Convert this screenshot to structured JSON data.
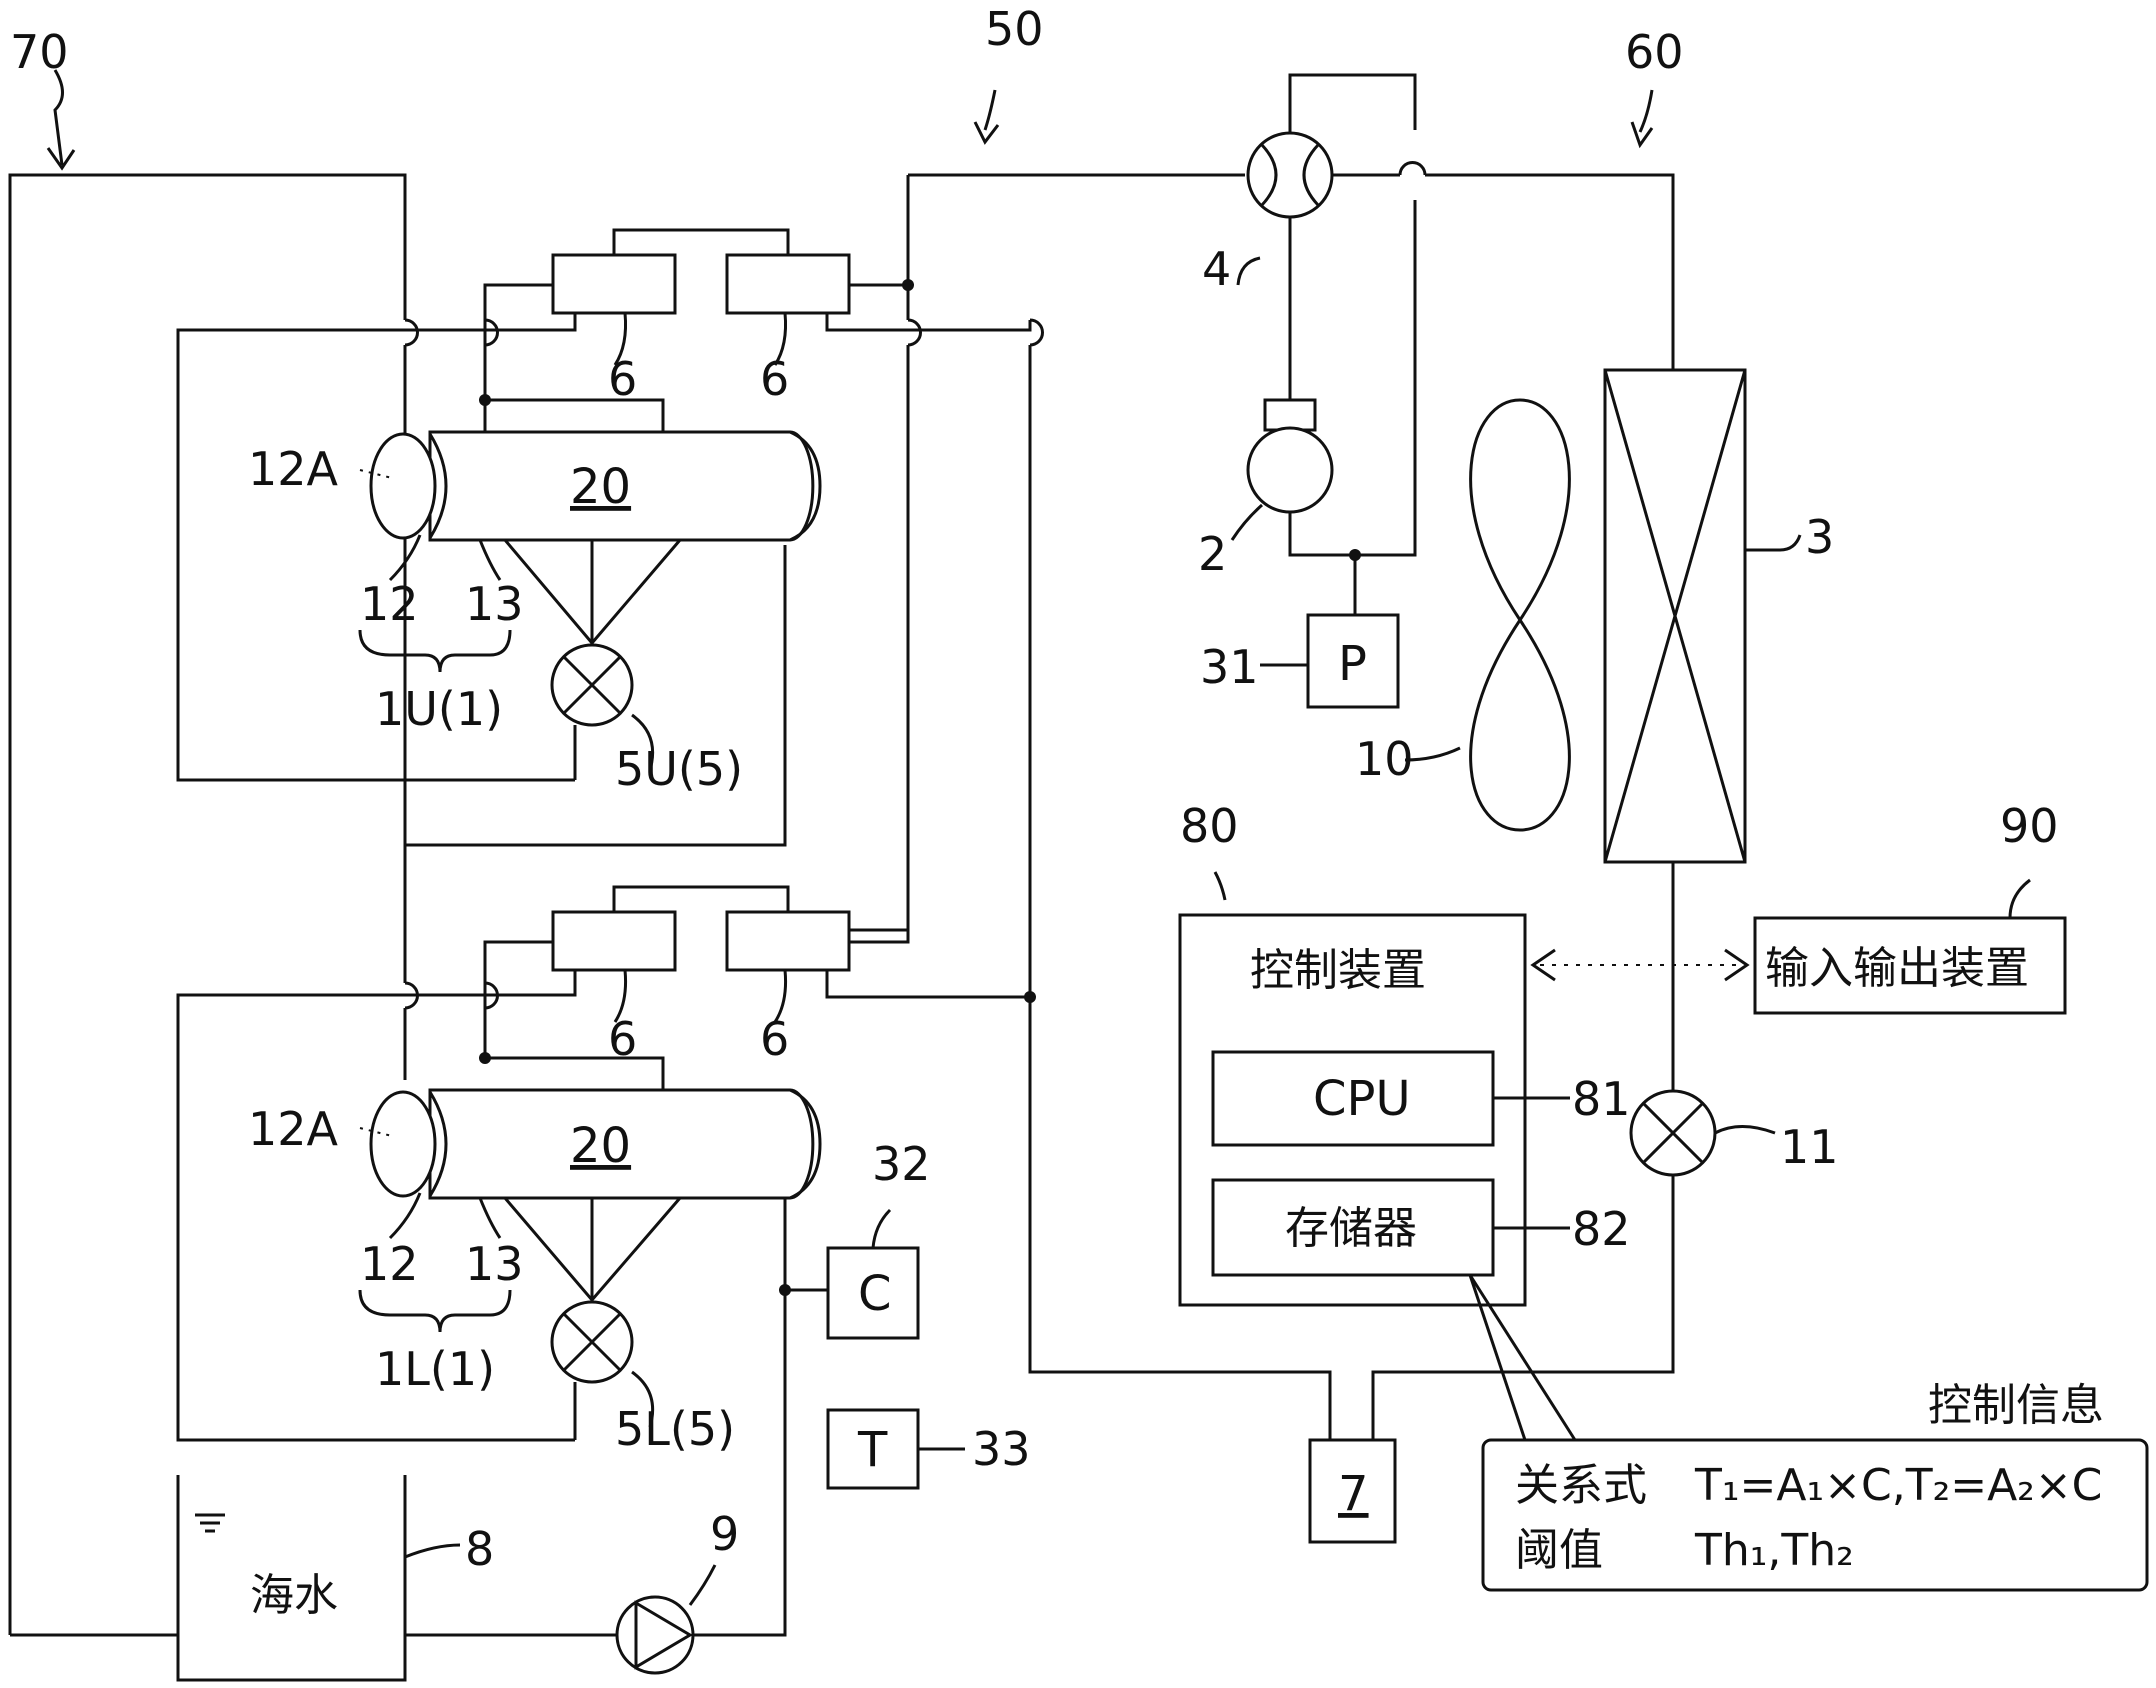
{
  "refs": {
    "r70": "70",
    "r50": "50",
    "r60": "60",
    "r4": "4",
    "r2": "2",
    "r3": "3",
    "r31": "31",
    "r10": "10",
    "r6a": "6",
    "r6b": "6",
    "r6c": "6",
    "r6d": "6",
    "r12A_u": "12A",
    "r12A_l": "12A",
    "r20_u": "20",
    "r20_l": "20",
    "r12_u": "12",
    "r13_u": "13",
    "r12_l": "12",
    "r13_l": "13",
    "r1U": "1U(1)",
    "r1L": "1L(1)",
    "r5U": "5U(5)",
    "r5L": "5L(5)",
    "r32": "32",
    "r33": "33",
    "r8": "8",
    "r9": "9",
    "r80": "80",
    "r81": "81",
    "r82": "82",
    "r90": "90",
    "r11": "11",
    "r7": "7"
  },
  "boxes": {
    "P": "P",
    "C": "C",
    "T": "T",
    "controller": "控制装置",
    "cpu": "CPU",
    "memory": "存储器",
    "io": "输入输出装置",
    "seawater": "海水"
  },
  "control_info": {
    "title": "控制信息",
    "relation_label": "关系式",
    "relation_value": "T₁=A₁×C,T₂=A₂×C",
    "threshold_label": "阈值",
    "threshold_value": "Th₁,Th₂"
  }
}
